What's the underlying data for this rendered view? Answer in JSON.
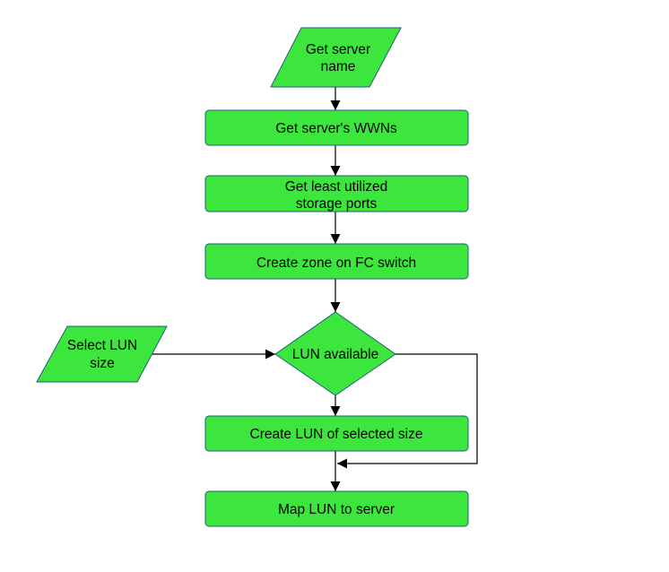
{
  "nodes": {
    "get_server_name": {
      "shape": "parallelogram",
      "lines": [
        "Get server",
        "name"
      ]
    },
    "get_wwns": {
      "shape": "process",
      "lines": [
        "Get server's WWNs"
      ]
    },
    "get_ports": {
      "shape": "process",
      "lines": [
        "Get least utilized",
        "storage ports"
      ]
    },
    "create_zone": {
      "shape": "process",
      "lines": [
        "Create zone on FC switch"
      ]
    },
    "lun_available": {
      "shape": "decision",
      "lines": [
        "LUN available"
      ]
    },
    "select_lun_size": {
      "shape": "parallelogram",
      "lines": [
        "Select LUN",
        "size"
      ]
    },
    "create_lun": {
      "shape": "process",
      "lines": [
        "Create LUN of selected size"
      ]
    },
    "map_lun": {
      "shape": "process",
      "lines": [
        "Map LUN to server"
      ]
    }
  },
  "edges": [
    {
      "from": "get_server_name",
      "to": "get_wwns"
    },
    {
      "from": "get_wwns",
      "to": "get_ports"
    },
    {
      "from": "get_ports",
      "to": "create_zone"
    },
    {
      "from": "create_zone",
      "to": "lun_available"
    },
    {
      "from": "select_lun_size",
      "to": "lun_available"
    },
    {
      "from": "lun_available",
      "to": "create_lun"
    },
    {
      "from": "lun_available",
      "to": "map_lun"
    },
    {
      "from": "create_lun",
      "to": "map_lun"
    }
  ],
  "colors": {
    "node_fill": "#3de63d",
    "node_border": "#1f5f7a",
    "edge": "#000000",
    "background": "#ffffff"
  }
}
